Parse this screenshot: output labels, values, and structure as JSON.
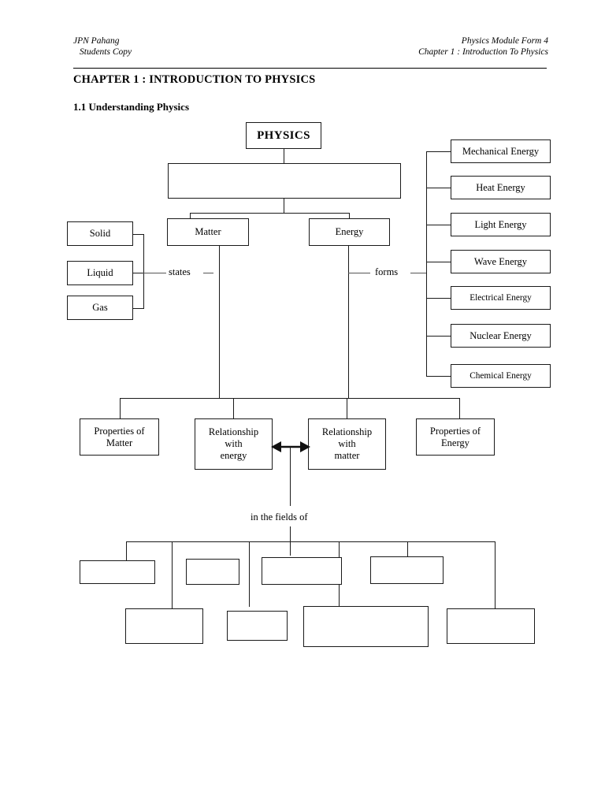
{
  "header": {
    "left_line1": "JPN Pahang",
    "left_line2": "Students Copy",
    "right_line1": "Physics Module Form 4",
    "right_line2": "Chapter 1 : Introduction To Physics"
  },
  "chapter_title": "CHAPTER 1 :  INTRODUCTION TO PHYSICS",
  "section_title": "1.1 Understanding Physics",
  "diagram": {
    "root": "PHYSICS",
    "definition_box": "",
    "branches": {
      "matter": "Matter",
      "energy": "Energy"
    },
    "connector_labels": {
      "states": "states",
      "forms": "forms",
      "fields": "in the fields of"
    },
    "states": [
      {
        "label": "Solid"
      },
      {
        "label": "Liquid"
      },
      {
        "label": "Gas"
      }
    ],
    "energy_forms": [
      {
        "label": "Mechanical Energy"
      },
      {
        "label": "Heat Energy"
      },
      {
        "label": "Light Energy"
      },
      {
        "label": "Wave Energy"
      },
      {
        "label": "Electrical Energy"
      },
      {
        "label": "Nuclear Energy"
      },
      {
        "label": "Chemical Energy"
      }
    ],
    "relationship_row": [
      {
        "label": "Properties of\nMatter"
      },
      {
        "label": "Relationship\nwith\nenergy"
      },
      {
        "label": "Relationship\nwith\nmatter"
      },
      {
        "label": "Properties of\nEnergy"
      }
    ],
    "field_boxes_row1": [
      {
        "label": ""
      },
      {
        "label": ""
      },
      {
        "label": ""
      },
      {
        "label": ""
      }
    ],
    "field_boxes_row2": [
      {
        "label": ""
      },
      {
        "label": ""
      },
      {
        "label": ""
      },
      {
        "label": ""
      }
    ]
  },
  "colors": {
    "ink": "#1a1a1a",
    "paper": "#ffffff"
  }
}
